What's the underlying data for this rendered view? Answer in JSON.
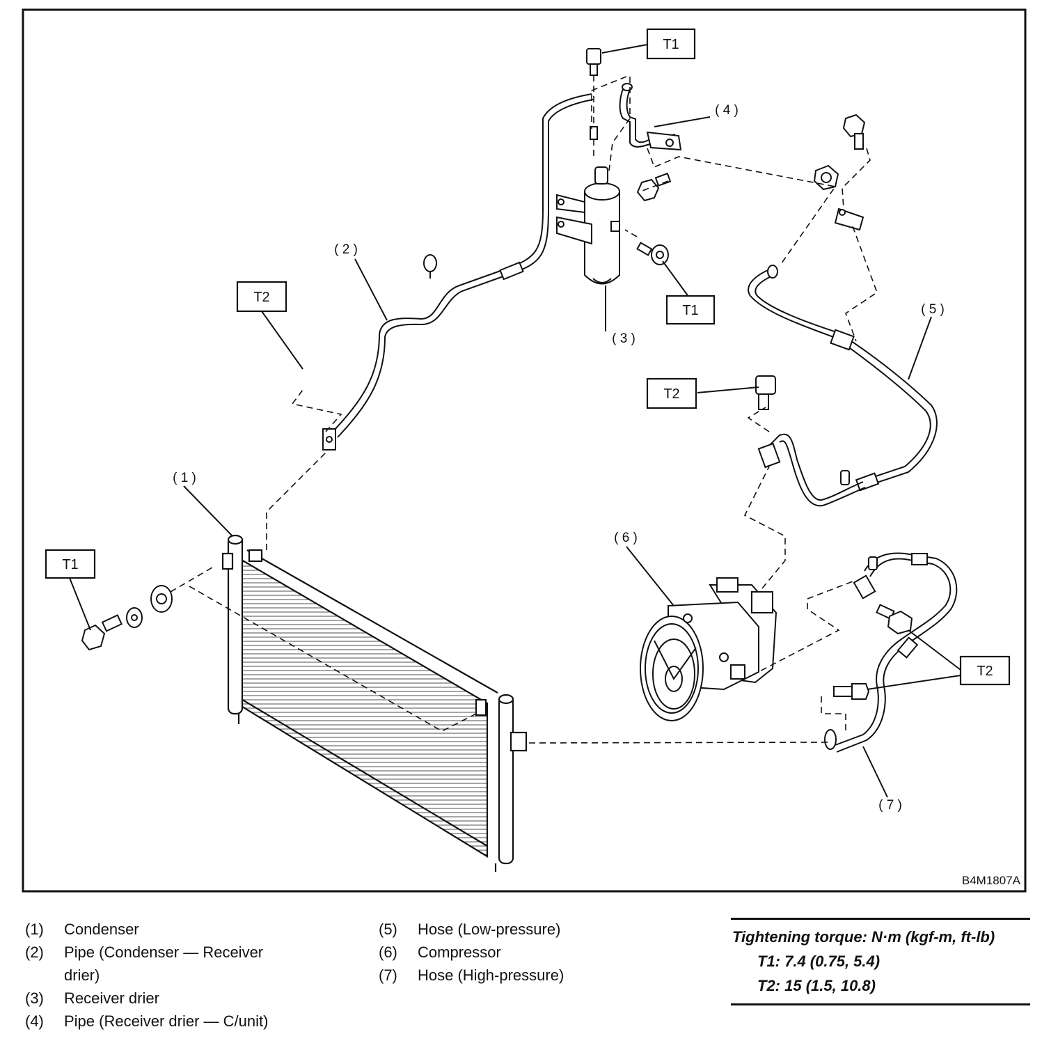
{
  "diagram": {
    "code": "B4M1807A",
    "callouts": {
      "c1": "( 1 )",
      "c2": "( 2 )",
      "c3": "( 3 )",
      "c4": "( 4 )",
      "c5": "( 5 )",
      "c6": "( 6 )",
      "c7": "( 7 )"
    },
    "torque_tags": {
      "t1": "T1",
      "t2": "T2"
    }
  },
  "legend": {
    "items": [
      {
        "num": "(1)",
        "text": "Condenser"
      },
      {
        "num": "(2)",
        "text": "Pipe (Condenser — Receiver drier)"
      },
      {
        "num": "(3)",
        "text": "Receiver drier"
      },
      {
        "num": "(4)",
        "text": "Pipe (Receiver drier — C/unit)"
      },
      {
        "num": "(5)",
        "text": "Hose (Low-pressure)"
      },
      {
        "num": "(6)",
        "text": "Compressor"
      },
      {
        "num": "(7)",
        "text": "Hose (High-pressure)"
      }
    ]
  },
  "torque": {
    "title": "Tightening torque: N·m (kgf-m, ft-lb)",
    "t1": "T1: 7.4 (0.75, 5.4)",
    "t2": "T2: 15 (1.5, 10.8)"
  }
}
